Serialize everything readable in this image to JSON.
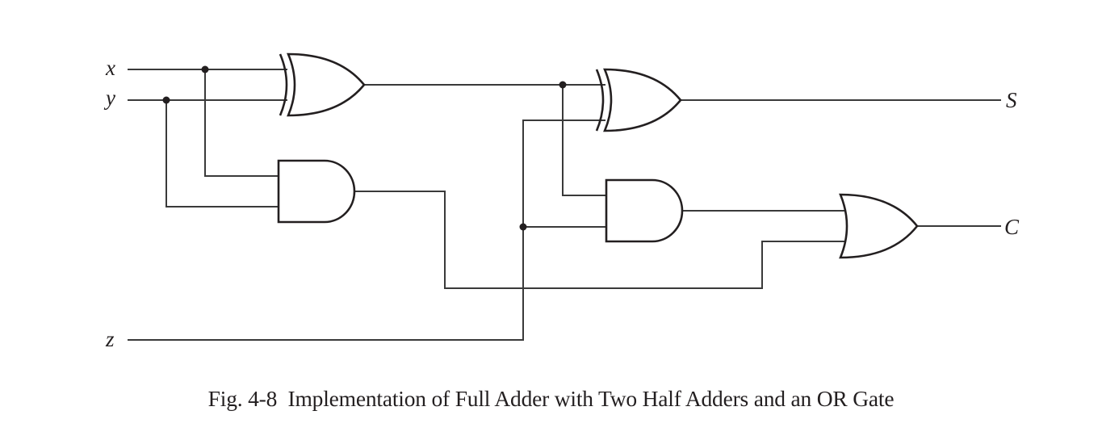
{
  "figure": {
    "title": "Implementation of Full Adder with Two Half Adders and an OR Gate",
    "caption": "Fig. 4-8  Implementation of Full Adder with Two Half Adders and an OR Gate"
  },
  "inputs": [
    {
      "id": "x",
      "label": "x"
    },
    {
      "id": "y",
      "label": "y"
    },
    {
      "id": "z",
      "label": "z"
    }
  ],
  "outputs": [
    {
      "id": "S",
      "label": "S"
    },
    {
      "id": "C",
      "label": "C"
    }
  ],
  "gates": [
    {
      "id": "xor1",
      "type": "XOR",
      "inputs": [
        "x",
        "y"
      ]
    },
    {
      "id": "and1",
      "type": "AND",
      "inputs": [
        "x",
        "y"
      ]
    },
    {
      "id": "xor2",
      "type": "XOR",
      "inputs": [
        "xor1",
        "z"
      ],
      "drives": "S"
    },
    {
      "id": "and2",
      "type": "AND",
      "inputs": [
        "xor1",
        "z"
      ]
    },
    {
      "id": "or1",
      "type": "OR",
      "inputs": [
        "and2",
        "and1"
      ],
      "drives": "C"
    }
  ],
  "colors": {
    "ink": "#231f20",
    "wire": "#3a3a3a",
    "background": "#ffffff"
  }
}
